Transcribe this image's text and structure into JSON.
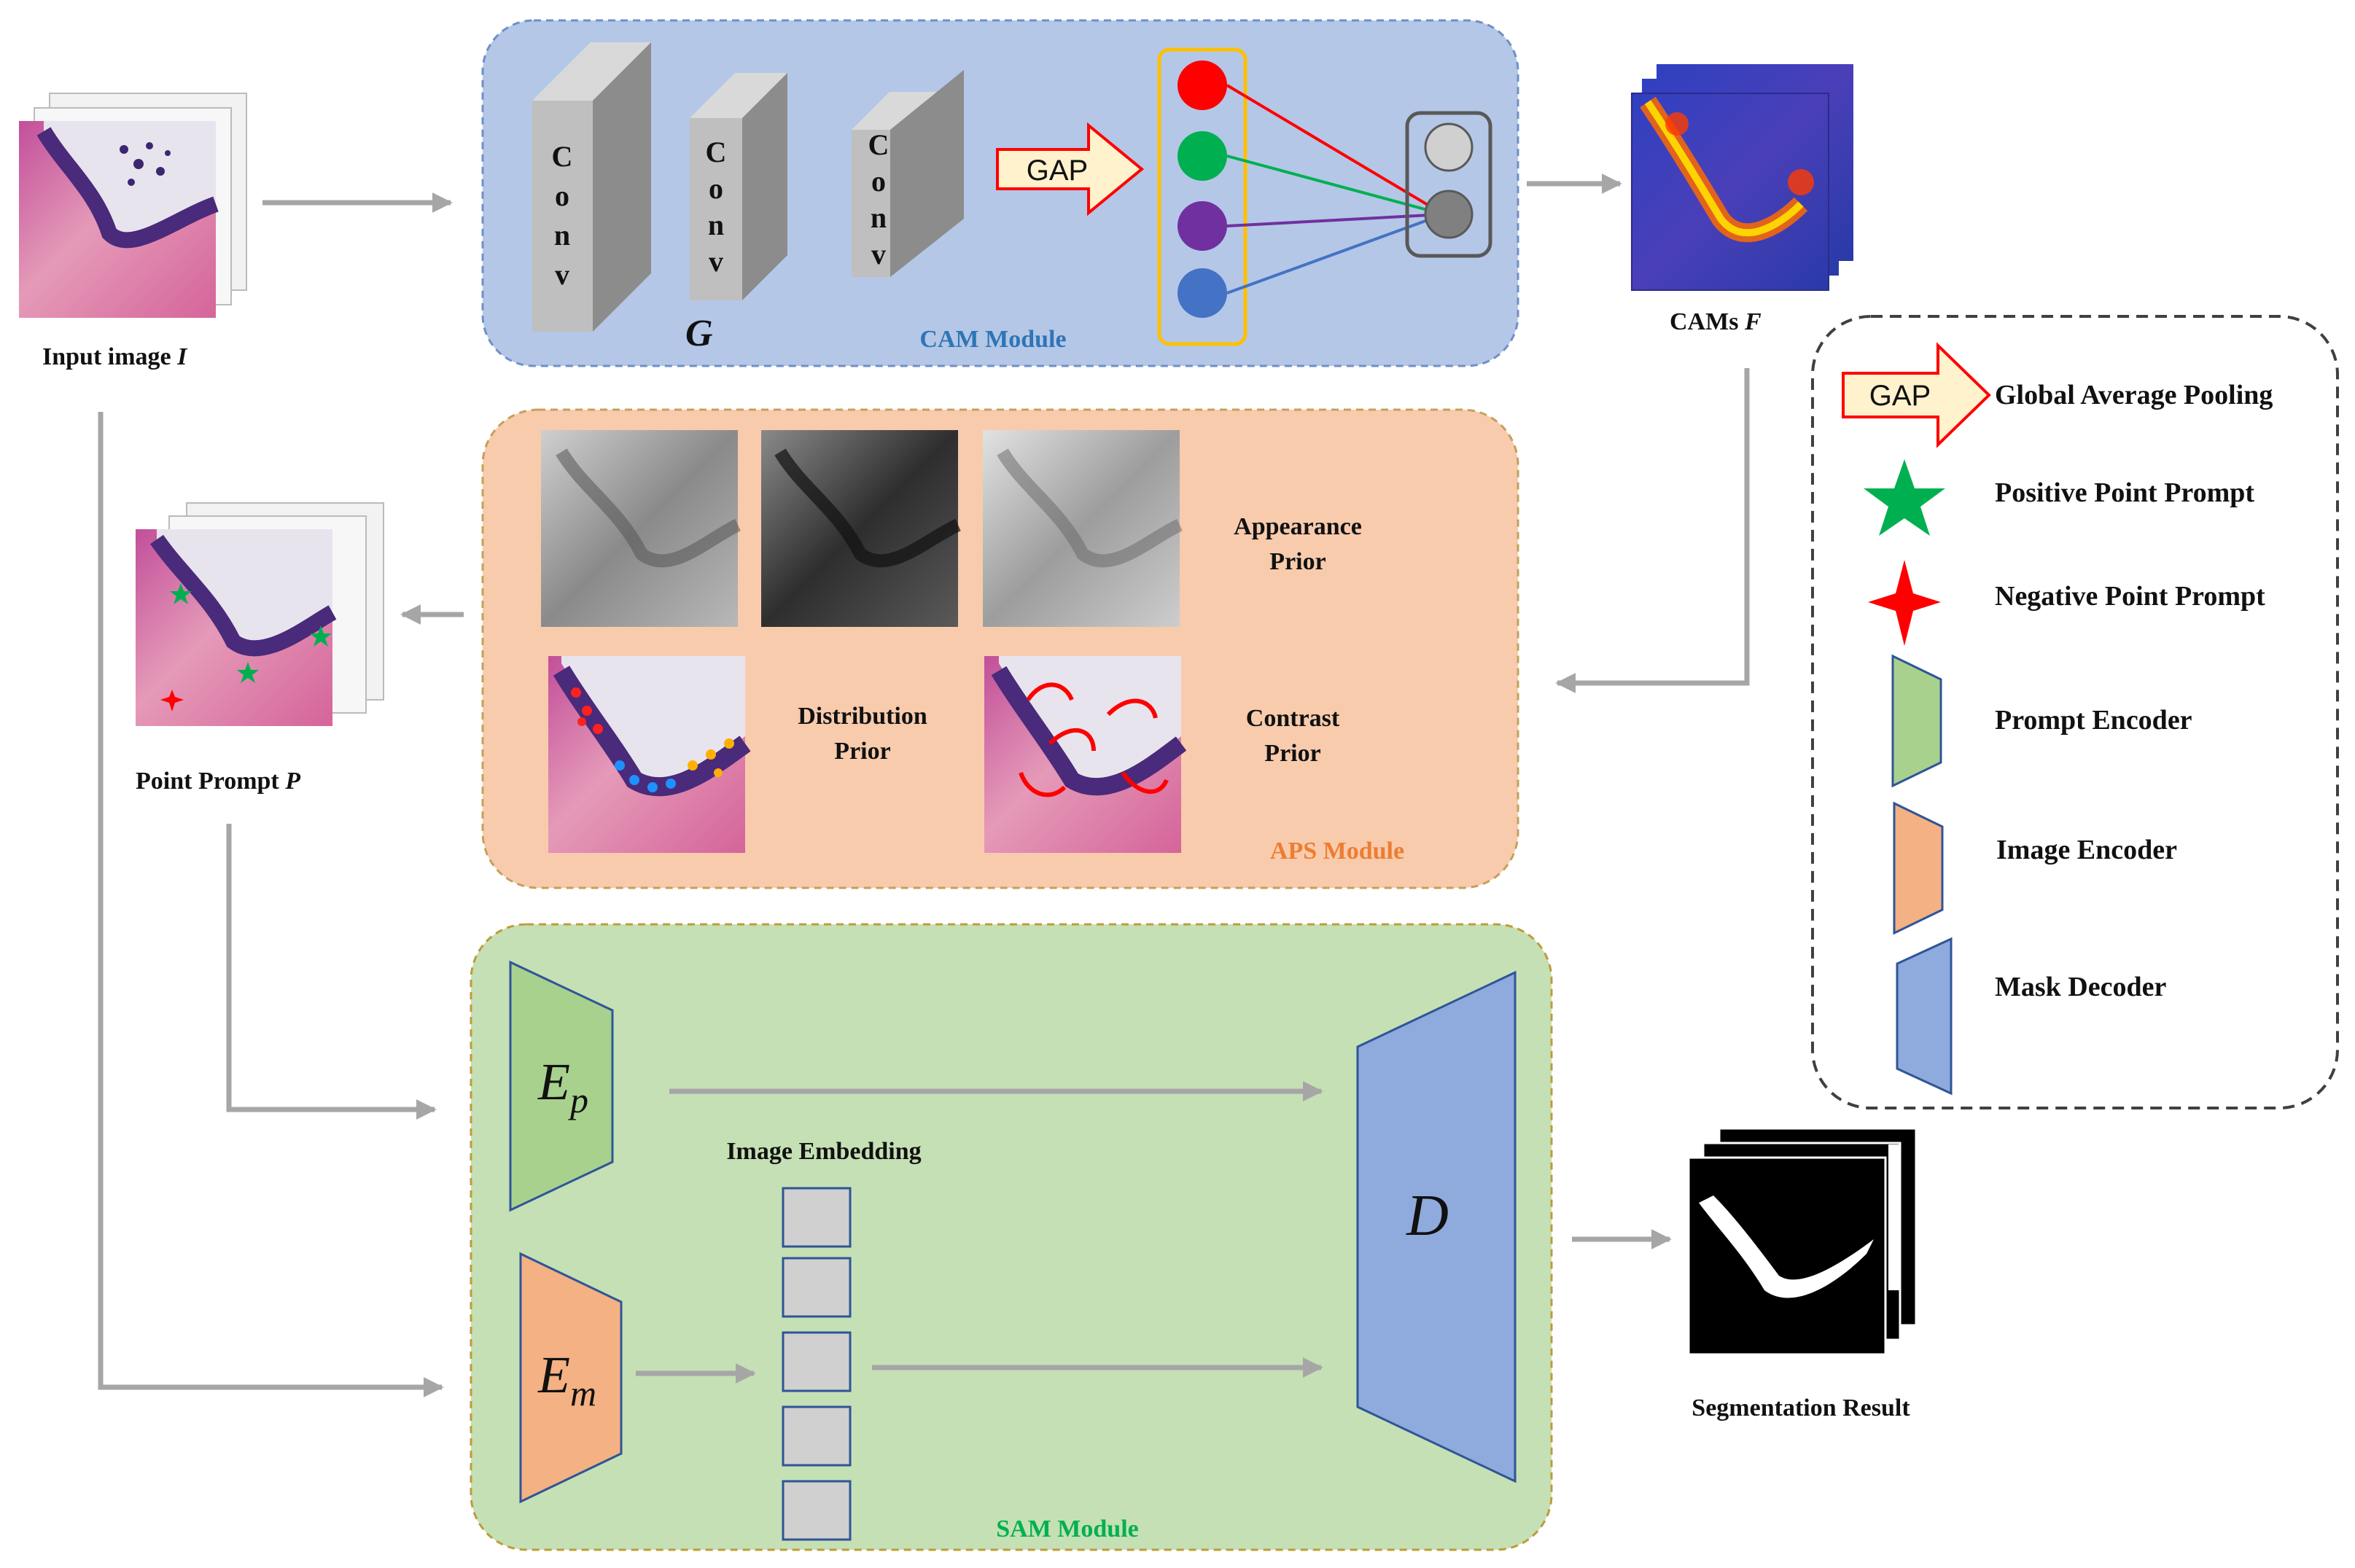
{
  "colors": {
    "cam_bg": "#b4c7e7",
    "aps_bg": "#f8cbad",
    "sam_bg": "#c5e0b4",
    "cam_label": "#2e75b6",
    "aps_label": "#ed7d31",
    "sam_label": "#00b050",
    "prompt_encoder": "#a9d18e",
    "image_encoder": "#f4b183",
    "mask_decoder": "#8faadc",
    "node_red": "#ff0000",
    "node_green": "#00b050",
    "node_purple": "#7030a0",
    "node_blue": "#4472c4"
  },
  "labels": {
    "input_image": "Input image",
    "input_image_var": "I",
    "cams": "CAMs",
    "cams_var": "F",
    "point_prompt": "Point Prompt",
    "point_prompt_var": "P",
    "segmentation_result": "Segmentation Result",
    "backbone_var": "G",
    "image_embedding": "Image Embedding"
  },
  "cam_module": {
    "title": "CAM Module",
    "conv_letters": [
      "C",
      "o",
      "n",
      "v"
    ],
    "gap": "GAP"
  },
  "aps_module": {
    "title": "APS Module",
    "appearance_prior": [
      "Appearance",
      "Prior"
    ],
    "distribution_prior": [
      "Distribution",
      "Prior"
    ],
    "contrast_prior": [
      "Contrast",
      "Prior"
    ]
  },
  "sam_module": {
    "title": "SAM Module",
    "prompt_encoder_symbol": "E",
    "prompt_encoder_sub": "p",
    "image_encoder_symbol": "E",
    "image_encoder_sub": "m",
    "decoder_symbol": "D"
  },
  "legend": {
    "gap_badge": "GAP",
    "items": [
      "Global Average Pooling",
      "Positive Point Prompt",
      "Negative Point Prompt",
      "Prompt Encoder",
      "Image Encoder",
      "Mask Decoder"
    ]
  }
}
